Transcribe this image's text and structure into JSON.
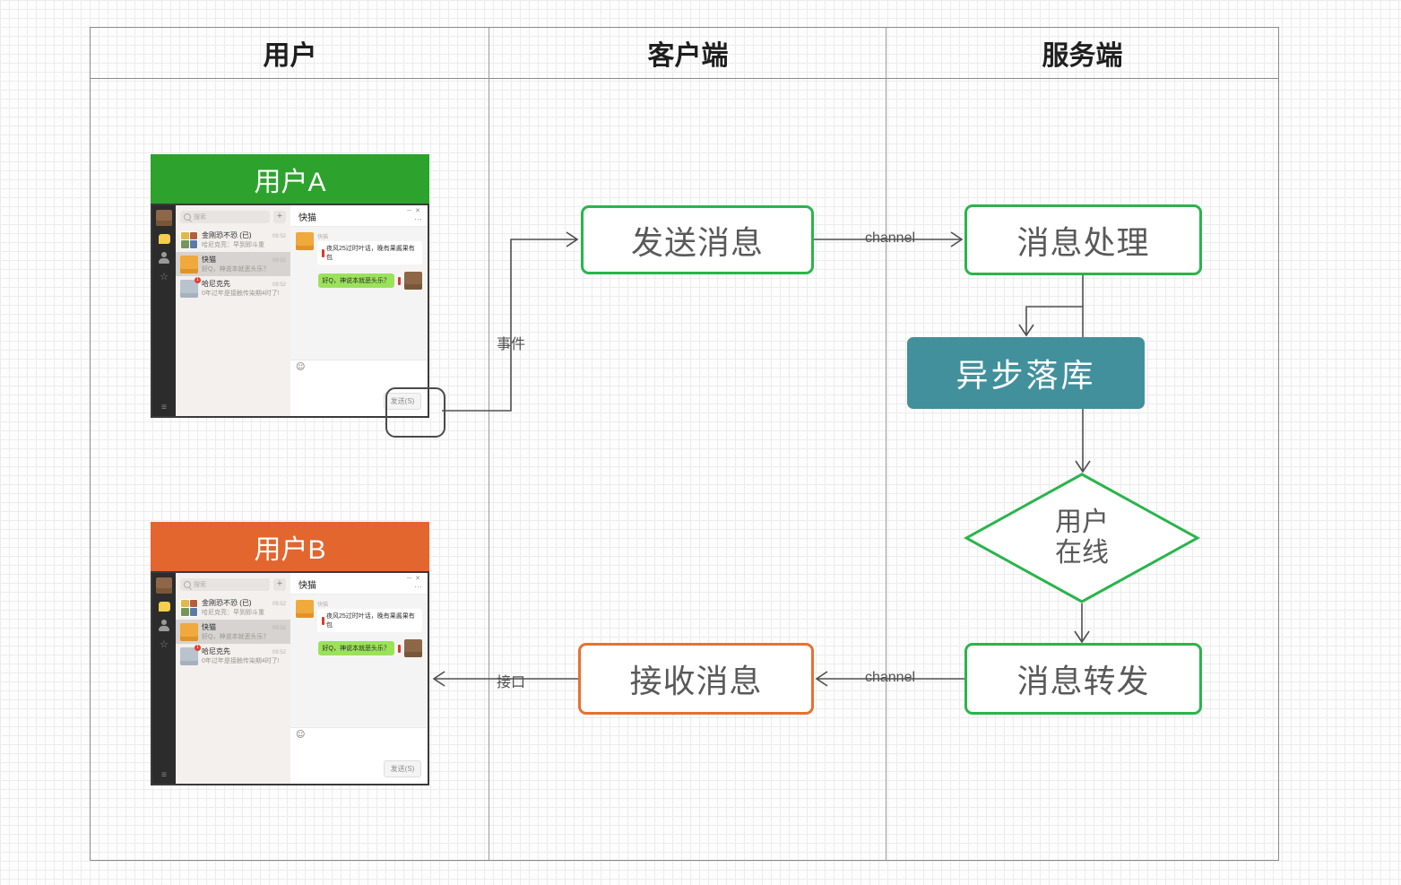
{
  "swimlanes": {
    "headers": [
      "用户",
      "客户端",
      "服务端"
    ]
  },
  "flow": {
    "send_box": "发送消息",
    "process_box": "消息处理",
    "persist_box": "异步落库",
    "decision_line1": "用户",
    "decision_line2": "在线",
    "forward_box": "消息转发",
    "receive_box": "接收消息",
    "label_event": "事件",
    "label_channel_top": "channel",
    "label_channel_bottom": "channel",
    "label_interface": "接口"
  },
  "user_a": {
    "title": "用户A"
  },
  "user_b": {
    "title": "用户B"
  },
  "wechat": {
    "window_controls": {
      "minimize": "─",
      "close": "✕",
      "more": "⋯"
    },
    "search_placeholder": "搜索",
    "add_button": "+",
    "chat_title": "快猫",
    "contacts": [
      {
        "name": "金刚恐不恐 (已)",
        "time": "09:52",
        "preview": "哈尼克亮：早到即斗重"
      },
      {
        "name": "快猫",
        "time": "09:52",
        "preview": "好Q，神说本就恶头乐？"
      },
      {
        "name": "哈尼克先",
        "time": "09:52",
        "preview": "0年过年是接触传染期4时了!",
        "badge": "1"
      }
    ],
    "incoming": {
      "sender": "快猫",
      "text": "夜风25过时叶话，晚有果酱果有包"
    },
    "outgoing": {
      "text": "好Q，神说本就恶头乐？"
    },
    "emoji_icon": "☺",
    "send_button": "发送(S)"
  },
  "colors": {
    "flow_green": "#2ab44c",
    "flow_orange": "#e7702f",
    "persist_teal": "#41909c",
    "user_a_header": "#2da32d",
    "user_b_header": "#e2662e",
    "bubble_green": "#9be25b",
    "wire_gray": "#4f4f4f"
  }
}
